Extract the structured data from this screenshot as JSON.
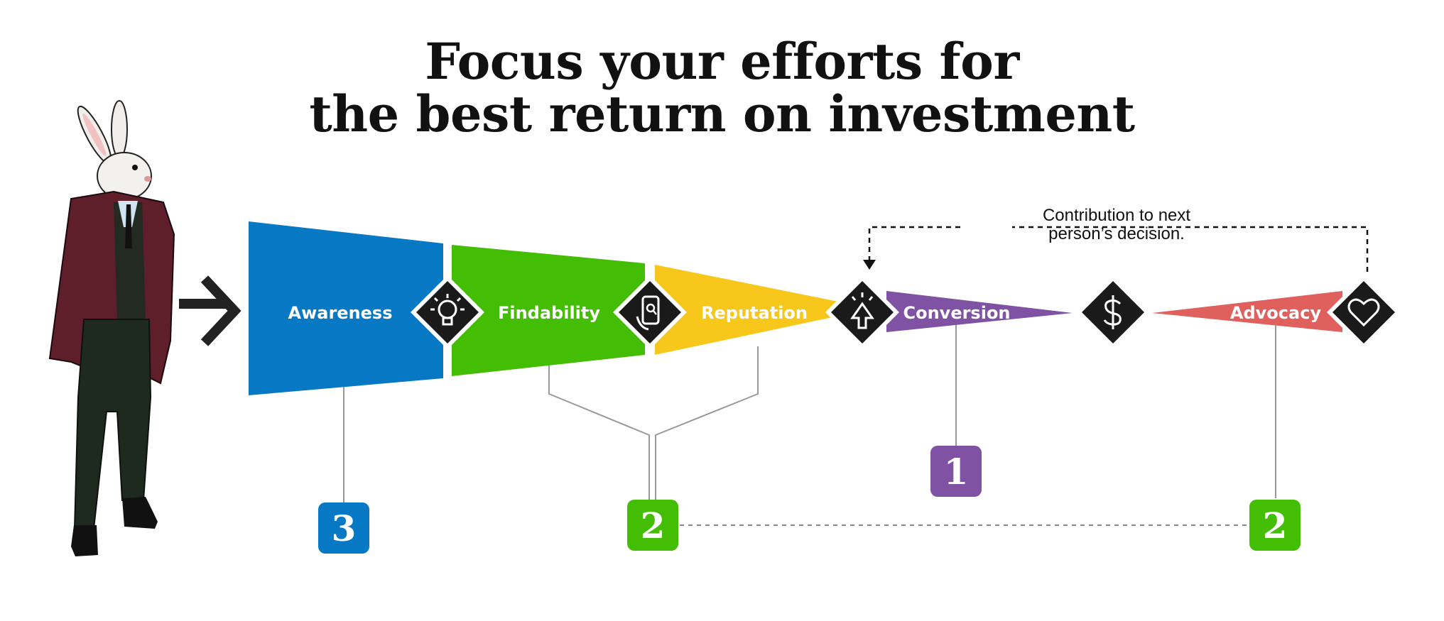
{
  "title": {
    "line1": "Focus your efforts for",
    "line2": "the best return on investment"
  },
  "stages": [
    {
      "label": "Awareness",
      "color": "#0678C4"
    },
    {
      "label": "Findability",
      "color": "#44BD05"
    },
    {
      "label": "Reputation",
      "color": "#F7C71C"
    },
    {
      "label": "Conversion",
      "color": "#7F52A3"
    },
    {
      "label": "Advocacy",
      "color": "#E0605E"
    }
  ],
  "icons": [
    "lightbulb-icon",
    "phone-search-icon",
    "cursor-click-icon",
    "dollar-icon",
    "heart-icon"
  ],
  "feedback_note": {
    "line1": "Contribution to next",
    "line2": "person’s decision."
  },
  "priority_badges": {
    "awareness": {
      "value": "3",
      "color": "#0678C4"
    },
    "findability_reputation": {
      "value": "2",
      "color": "#44BD05"
    },
    "conversion": {
      "value": "1",
      "color": "#7F52A3"
    },
    "advocacy": {
      "value": "2",
      "color": "#44BD05"
    }
  }
}
